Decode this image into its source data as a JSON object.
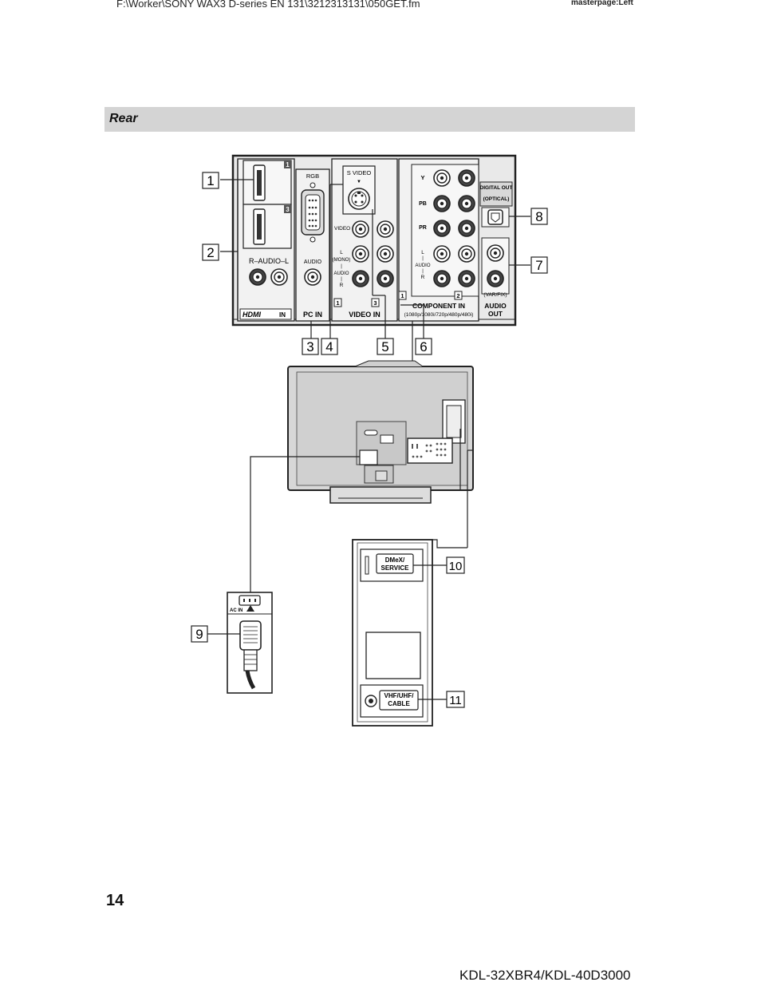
{
  "header": {
    "file_path": "F:\\Worker\\SONY WAX3 D-series EN 131\\3212313131\\050GET.fm",
    "masterpage": "masterpage:Left"
  },
  "section": {
    "title": "Rear"
  },
  "panel_labels": {
    "hdmi_port_1_number": "1",
    "hdmi_port_3_number": "3",
    "hdmi_audio": "R–AUDIO–L",
    "hdmi_logo": "HDMI",
    "hdmi_in": "IN",
    "rgb": "RGB",
    "pc_audio": "AUDIO",
    "pc_in": "PC IN",
    "s_video": "S VIDEO",
    "video": "VIDEO",
    "l": "L",
    "mono": "(MONO)",
    "audio": "AUDIO",
    "r": "R",
    "video_in": "VIDEO IN",
    "video_in_1": "1",
    "video_in_3": "3",
    "y": "Y",
    "pb": "PB",
    "pr": "PR",
    "component_in": "COMPONENT IN",
    "component_formats": "(1080p/1080i/720p/480p/480i)",
    "component_1": "1",
    "component_2": "2",
    "digital_out": "DIGITAL OUT",
    "optical": "(OPTICAL)",
    "var_fix": "(VAR/FIX)",
    "audio_out": "AUDIO OUT"
  },
  "lower_labels": {
    "ac_in": "AC IN",
    "dmex_service_line1": "DMeX/",
    "dmex_service_line2": "SERVICE",
    "vhf_line1": "VHF/UHF/",
    "vhf_line2": "CABLE"
  },
  "callouts": [
    "1",
    "2",
    "3",
    "4",
    "5",
    "6",
    "7",
    "8",
    "9",
    "10",
    "11"
  ],
  "footer": {
    "page_number": "14",
    "model": "KDL-32XBR4/KDL-40D3000"
  }
}
